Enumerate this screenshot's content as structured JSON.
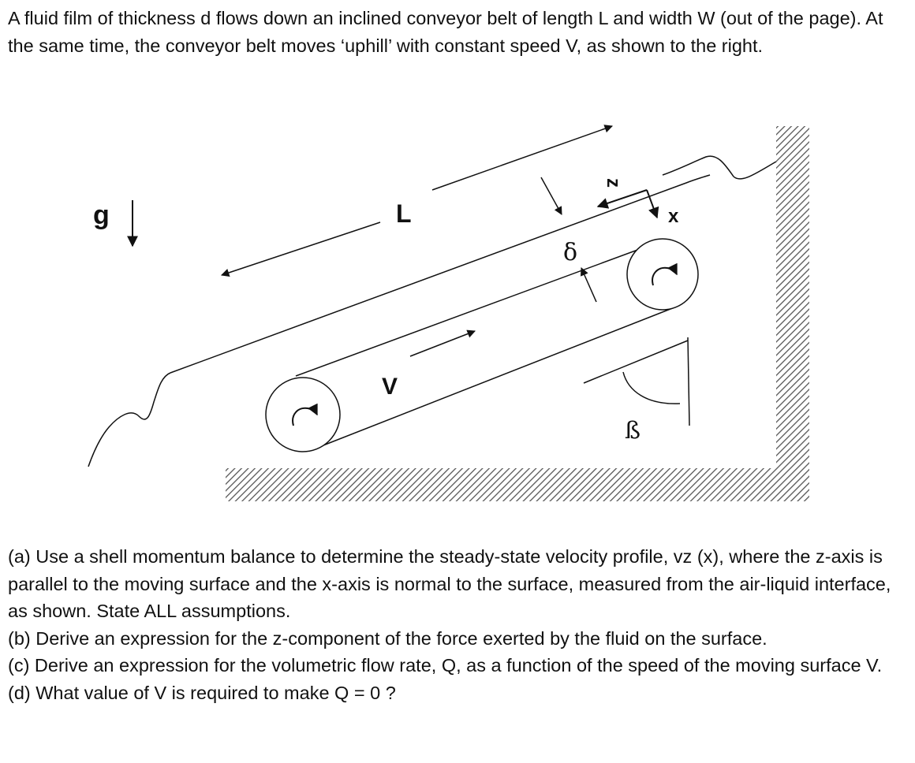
{
  "intro": "A fluid film of thickness d flows down an inclined conveyor belt of length L and width W (out of the page). At the same time, the conveyor belt moves ‘uphill’ with constant speed V, as shown to the right.",
  "figure": {
    "labels": {
      "g": "g",
      "L": "L",
      "z": "z",
      "x": "x",
      "delta": "δ",
      "V": "V",
      "beta": "ß"
    }
  },
  "questions": [
    "(a) Use a shell momentum balance to determine the steady-state velocity profile, vz (x), where the z-axis is parallel to the moving surface and the x-axis is normal to the surface, measured from the air-liquid interface, as shown. State ALL assumptions.",
    "(b) Derive an expression for the z-component of the force exerted by the fluid on the surface.",
    "(c) Derive an expression for the volumetric flow rate, Q, as a function of the speed of the moving surface V.",
    "(d) What value of V is required to make Q = 0 ?"
  ]
}
